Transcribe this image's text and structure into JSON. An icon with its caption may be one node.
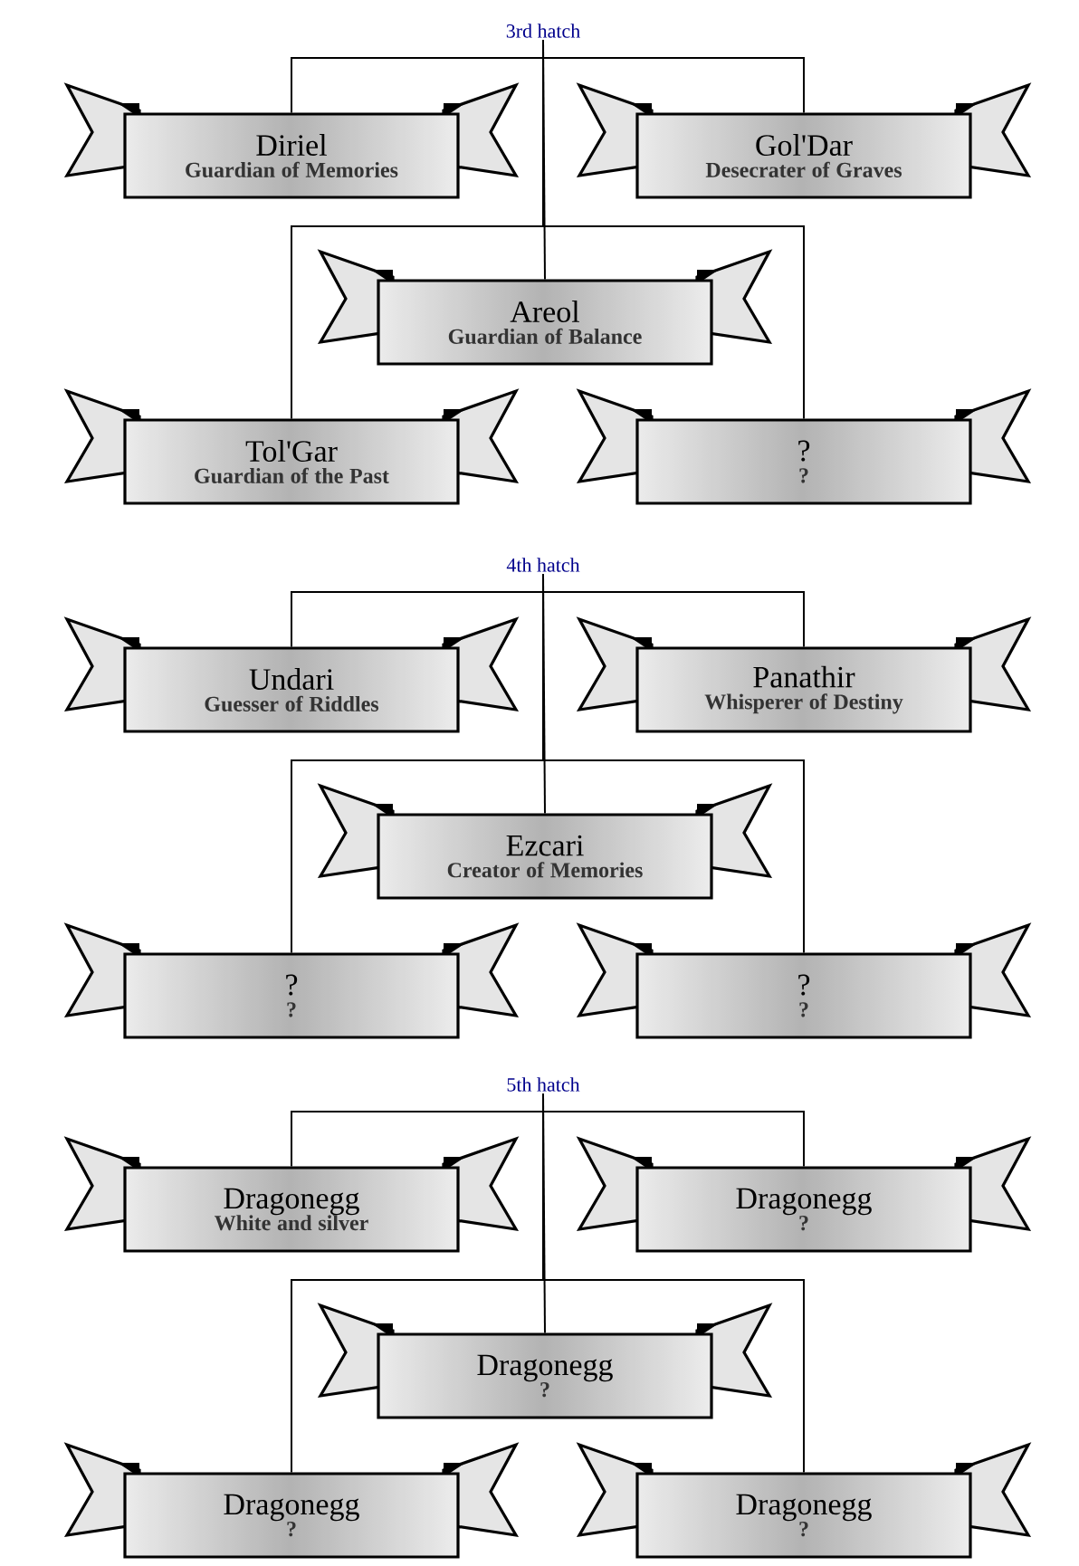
{
  "diagram": {
    "nodes": [
      {
        "text": [
          "3rd hatch"
        ]
      },
      {
        "text": [
          "Diriel",
          "Guardian of Memories"
        ]
      },
      {
        "text": [
          "Gol'Dar",
          "Desecrater of Graves"
        ]
      },
      {
        "text": [
          "Areol",
          "Guardian of Balance"
        ]
      },
      {
        "text": [
          "Tol'Gar",
          "Guardian of the Past"
        ]
      },
      {
        "text": [
          "?",
          "?"
        ]
      },
      {
        "text": [
          "4th hatch"
        ]
      },
      {
        "text": [
          "Undari",
          "Guesser of Riddles"
        ]
      },
      {
        "text": [
          "Panathir",
          "Whisperer of Destiny"
        ]
      },
      {
        "text": [
          "Ezcari",
          "Creator of Memories"
        ]
      },
      {
        "text": [
          "?",
          "?"
        ]
      },
      {
        "text": [
          "?",
          "?"
        ]
      },
      {
        "text": [
          "5th hatch"
        ]
      },
      {
        "text": [
          "Dragonegg",
          "White and silver"
        ]
      },
      {
        "text": [
          "Dragonegg",
          "?"
        ]
      },
      {
        "text": [
          "Dragonegg",
          "?"
        ]
      },
      {
        "text": [
          "Dragonegg",
          "?"
        ]
      },
      {
        "text": [
          "Dragonegg",
          "?"
        ]
      }
    ],
    "edges": [
      {
        "from": 0,
        "to": 1,
        "arrow": "none"
      },
      {
        "from": 0,
        "to": 2,
        "arrow": "none"
      },
      {
        "from": 0,
        "to": 3,
        "arrow": "none"
      },
      {
        "from": 0,
        "to": 4,
        "arrow": "none"
      },
      {
        "from": 0,
        "to": 5,
        "arrow": "none"
      },
      {
        "from": 6,
        "to": 7,
        "arrow": "none"
      },
      {
        "from": 6,
        "to": 8,
        "arrow": "none"
      },
      {
        "from": 6,
        "to": 9,
        "arrow": "none"
      },
      {
        "from": 6,
        "to": 10,
        "arrow": "none"
      },
      {
        "from": 6,
        "to": 11,
        "arrow": "none"
      },
      {
        "from": 12,
        "to": 13,
        "arrow": "none"
      },
      {
        "from": 12,
        "to": 14,
        "arrow": "none"
      },
      {
        "from": 12,
        "to": 15,
        "arrow": "none"
      },
      {
        "from": 12,
        "to": 16,
        "arrow": "none"
      },
      {
        "from": 12,
        "to": 17,
        "arrow": "none"
      }
    ]
  }
}
